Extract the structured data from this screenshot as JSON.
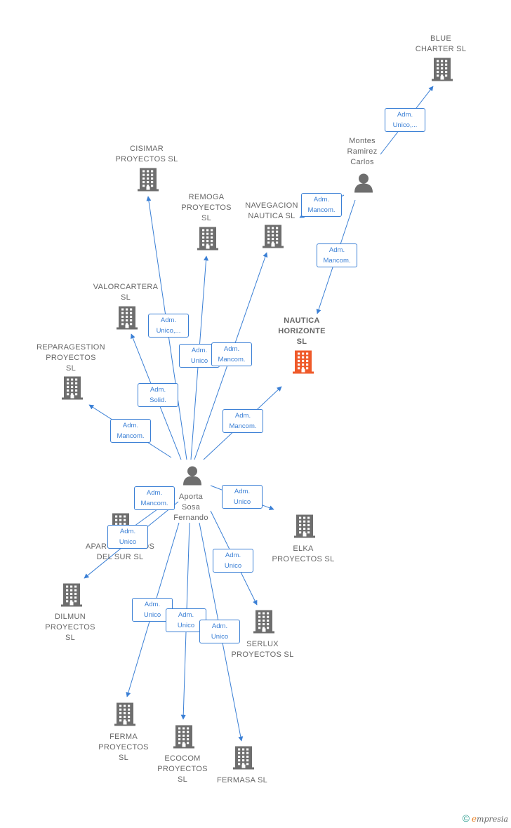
{
  "colors": {
    "edge": "#3a7fd5",
    "building": "#6e6e6e",
    "focus_building": "#ef5a2a",
    "person": "#6e6e6e"
  },
  "nodes": [
    {
      "id": "blue",
      "type": "company",
      "label": "BLUE\nCHARTER  SL",
      "icon": "building-icon"
    },
    {
      "id": "montes",
      "type": "person",
      "label": "Montes\nRamirez\nCarlos",
      "icon": "person-icon"
    },
    {
      "id": "cisimar",
      "type": "company",
      "label": "CISIMAR\nPROYECTOS SL",
      "icon": "building-icon"
    },
    {
      "id": "remoga",
      "type": "company",
      "label": "REMOGA\nPROYECTOS\nSL",
      "icon": "building-icon"
    },
    {
      "id": "navegacion",
      "type": "company",
      "label": "NAVEGACION\nNAUTICA  SL",
      "icon": "building-icon"
    },
    {
      "id": "valorcartera",
      "type": "company",
      "label": "VALORCARTERA\nSL",
      "icon": "building-icon"
    },
    {
      "id": "nautica",
      "type": "company",
      "label": "NAUTICA\nHORIZONTE\nSL",
      "icon": "building-icon",
      "focus": true
    },
    {
      "id": "reparagestion",
      "type": "company",
      "label": "REPARAGESTION\nPROYECTOS\nSL",
      "icon": "building-icon"
    },
    {
      "id": "aporta",
      "type": "person",
      "label": "Aporta\nSosa\nFernando",
      "icon": "person-icon"
    },
    {
      "id": "aparcamientos",
      "type": "company",
      "label": "APARCAMIENTOS\nDEL SUR  SL",
      "icon": "building-icon"
    },
    {
      "id": "elka",
      "type": "company",
      "label": "ELKA\nPROYECTOS SL",
      "icon": "building-icon"
    },
    {
      "id": "dilmun",
      "type": "company",
      "label": "DILMUN\nPROYECTOS\nSL",
      "icon": "building-icon"
    },
    {
      "id": "serlux",
      "type": "company",
      "label": "SERLUX\nPROYECTOS SL",
      "icon": "building-icon"
    },
    {
      "id": "ferma",
      "type": "company",
      "label": "FERMA\nPROYECTOS\nSL",
      "icon": "building-icon"
    },
    {
      "id": "ecocom",
      "type": "company",
      "label": "ECOCOM\nPROYECTOS\nSL",
      "icon": "building-icon"
    },
    {
      "id": "fermasa",
      "type": "company",
      "label": "FERMASA  SL",
      "icon": "building-icon"
    }
  ],
  "edges": [
    {
      "from": "montes",
      "to": "blue",
      "label": "Adm.\nUnico,..."
    },
    {
      "from": "montes",
      "to": "navegacion",
      "label": "Adm.\nMancom."
    },
    {
      "from": "montes",
      "to": "nautica",
      "label": "Adm.\nMancom."
    },
    {
      "from": "aporta",
      "to": "cisimar",
      "label": "Adm.\nUnico,..."
    },
    {
      "from": "aporta",
      "to": "remoga",
      "label": "Adm.\nUnico"
    },
    {
      "from": "aporta",
      "to": "navegacion",
      "label": "Adm.\nMancom."
    },
    {
      "from": "aporta",
      "to": "valorcartera",
      "label": "Adm.\nSolid."
    },
    {
      "from": "aporta",
      "to": "reparagestion",
      "label": "Adm.\nMancom."
    },
    {
      "from": "aporta",
      "to": "nautica",
      "label": "Adm.\nMancom."
    },
    {
      "from": "aporta",
      "to": "aparcamientos",
      "label": "Adm.\nMancom."
    },
    {
      "from": "aporta",
      "to": "elka",
      "label": "Adm.\nUnico"
    },
    {
      "from": "aporta",
      "to": "dilmun",
      "label": "Adm.\nUnico"
    },
    {
      "from": "aporta",
      "to": "serlux",
      "label": "Adm.\nUnico"
    },
    {
      "from": "aporta",
      "to": "ferma",
      "label": "Adm.\nUnico"
    },
    {
      "from": "aporta",
      "to": "ecocom",
      "label": "Adm.\nUnico"
    },
    {
      "from": "aporta",
      "to": "fermasa",
      "label": "Adm.\nUnico"
    }
  ],
  "footer": {
    "copyright": "©",
    "brand_initial": "e",
    "brand_rest": "mpresia"
  }
}
